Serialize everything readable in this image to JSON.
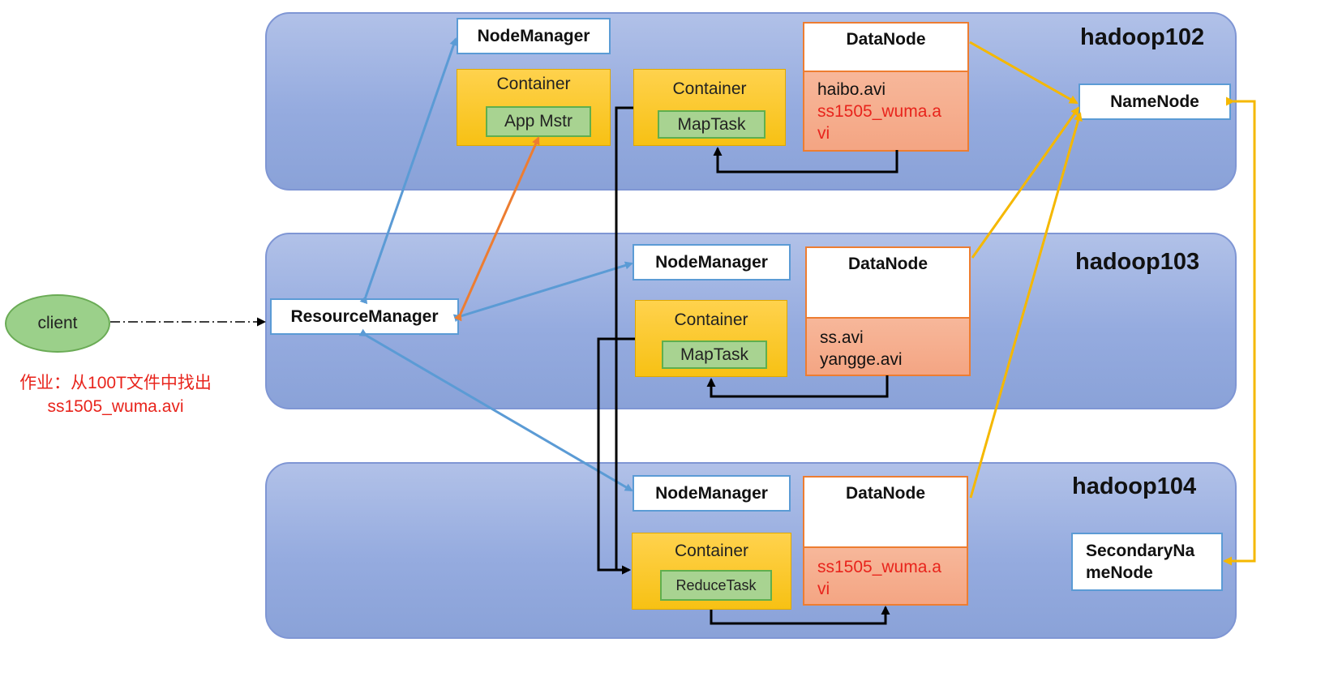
{
  "client": {
    "label": "client",
    "note_line1": "作业：从100T文件中找出",
    "note_line2": "ss1505_wuma.avi"
  },
  "resource_manager": {
    "label": "ResourceManager"
  },
  "hosts": [
    {
      "name": "hadoop102",
      "node_manager": "NodeManager",
      "containers": [
        {
          "label": "Container",
          "task": "App Mstr"
        },
        {
          "label": "Container",
          "task": "MapTask"
        }
      ],
      "datanode": {
        "label": "DataNode",
        "files": [
          "haibo.avi",
          "ss1505_wuma.a",
          "vi"
        ]
      },
      "namenode": "NameNode"
    },
    {
      "name": "hadoop103",
      "node_manager": "NodeManager",
      "containers": [
        {
          "label": "Container",
          "task": "MapTask"
        }
      ],
      "datanode": {
        "label": "DataNode",
        "files": [
          "ss.avi",
          "yangge.avi"
        ]
      }
    },
    {
      "name": "hadoop104",
      "node_manager": "NodeManager",
      "containers": [
        {
          "label": "Container",
          "task": "ReduceTask"
        }
      ],
      "datanode": {
        "label": "DataNode",
        "files": [
          "ss1505_wuma.a",
          "vi"
        ]
      },
      "secondary_namenode_line1": "SecondaryNa",
      "secondary_namenode_line2": "meNode"
    }
  ],
  "colors": {
    "host_fill": "#95abdf",
    "container_fill": "#f7c114",
    "task_fill": "#a8d391",
    "datanode_files_fill": "#f4a583",
    "highlight_text": "#e8241c",
    "blue_arrow": "#5b9bd5",
    "orange_arrow": "#ed7d31",
    "yellow_arrow": "#f5b800",
    "black_arrow": "#000000",
    "client_fill": "#9bd08a"
  }
}
